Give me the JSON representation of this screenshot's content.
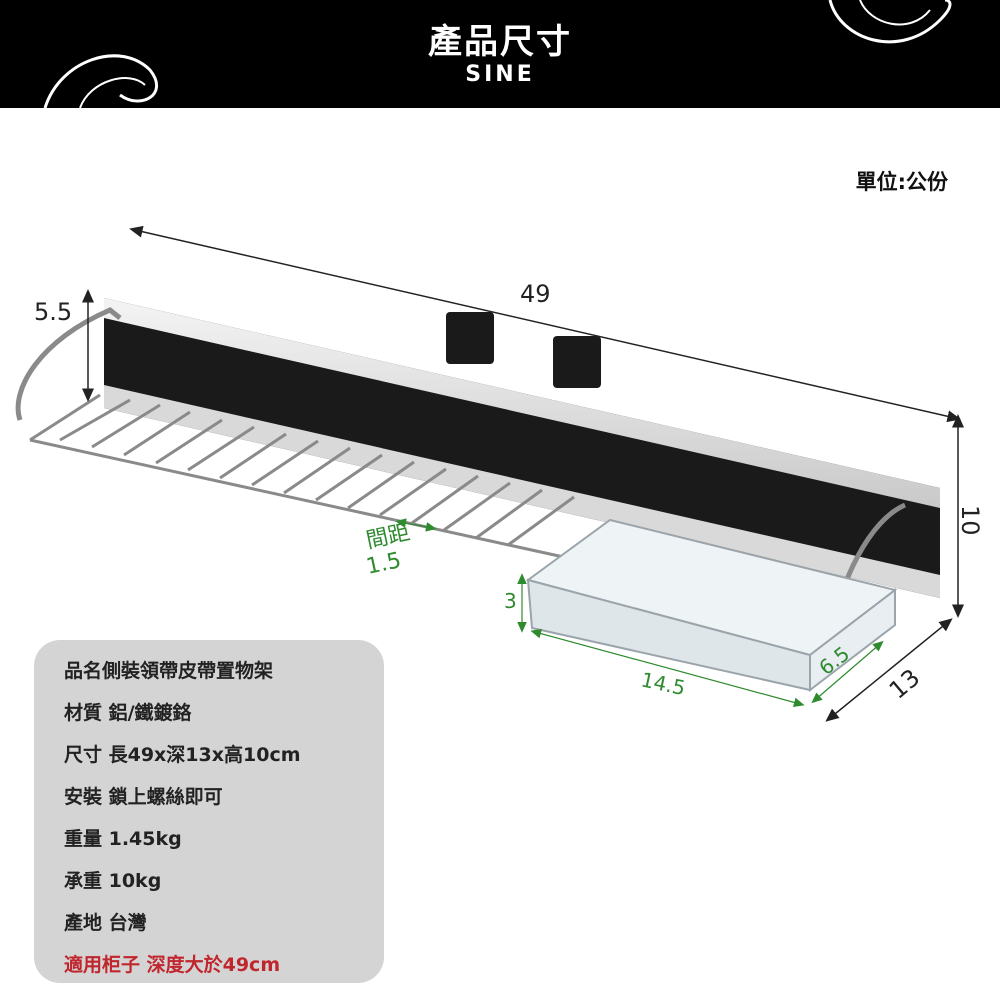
{
  "header": {
    "title": "產品尺寸",
    "subtitle": "SINE"
  },
  "unit_label": "單位:公份",
  "dimensions": {
    "length": "49",
    "height": "10",
    "depth": "13",
    "bar_height": "5.5",
    "spacing_label": "間距",
    "spacing_value": "1.5",
    "box_height": "3",
    "box_length": "14.5",
    "box_depth": "6.5"
  },
  "specs": [
    {
      "text": "品名側裝領帶皮帶置物架"
    },
    {
      "text": "材質 鋁/鐵鍍鉻"
    },
    {
      "text": "尺寸 長49x深13x高10cm"
    },
    {
      "text": "安裝 鎖上螺絲即可"
    },
    {
      "text": "重量 1.45kg"
    },
    {
      "text": "承重 10kg"
    },
    {
      "text": "產地 台灣"
    },
    {
      "text": "適用柜子 深度大於49cm"
    }
  ],
  "colors": {
    "banner": "#000000",
    "accent_green": "#2e8b2e",
    "warning_red": "#c0262d",
    "panel": "#d4d4d4"
  }
}
